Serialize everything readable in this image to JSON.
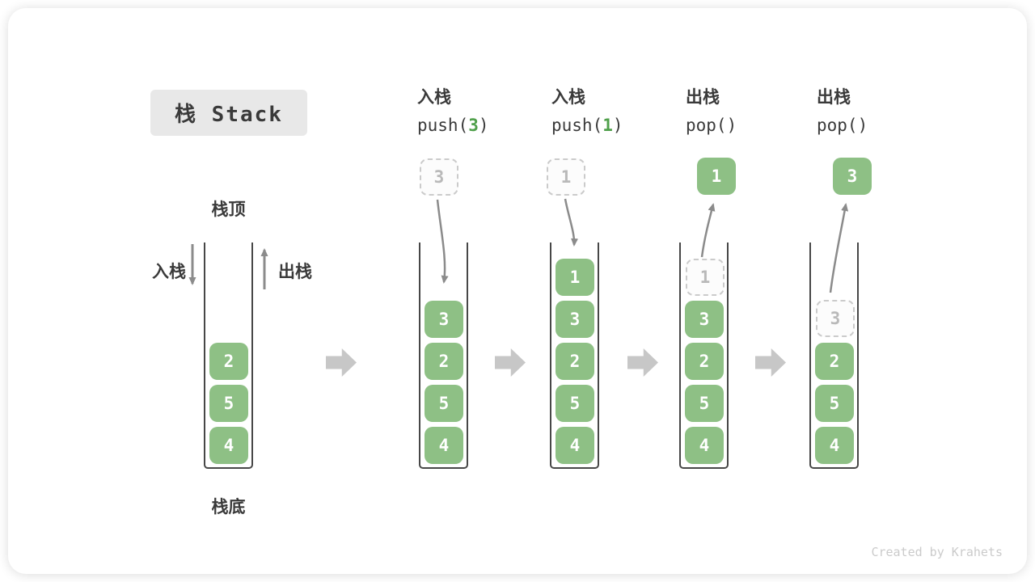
{
  "title": {
    "text": "栈 Stack"
  },
  "labels": {
    "stack_top": "栈顶",
    "stack_bottom": "栈底",
    "push": "入栈",
    "pop": "出栈"
  },
  "operations": [
    {
      "name": "入栈",
      "code_pre": "push(",
      "code_arg": "3",
      "code_post": ")"
    },
    {
      "name": "入栈",
      "code_pre": "push(",
      "code_arg": "1",
      "code_post": ")"
    },
    {
      "name": "出栈",
      "code_pre": "pop()",
      "code_arg": "",
      "code_post": ""
    },
    {
      "name": "出栈",
      "code_pre": "pop()",
      "code_arg": "",
      "code_post": ""
    }
  ],
  "stacks": [
    {
      "cells": [
        {
          "value": "2",
          "style": "solid"
        },
        {
          "value": "5",
          "style": "solid"
        },
        {
          "value": "4",
          "style": "solid"
        }
      ]
    },
    {
      "float": {
        "value": "3",
        "style": "ghost"
      },
      "cells": [
        {
          "value": "3",
          "style": "solid"
        },
        {
          "value": "2",
          "style": "solid"
        },
        {
          "value": "5",
          "style": "solid"
        },
        {
          "value": "4",
          "style": "solid"
        }
      ]
    },
    {
      "float": {
        "value": "1",
        "style": "ghost"
      },
      "cells": [
        {
          "value": "1",
          "style": "solid"
        },
        {
          "value": "3",
          "style": "solid"
        },
        {
          "value": "2",
          "style": "solid"
        },
        {
          "value": "5",
          "style": "solid"
        },
        {
          "value": "4",
          "style": "solid"
        }
      ]
    },
    {
      "float": {
        "value": "1",
        "style": "solid"
      },
      "cells": [
        {
          "value": "1",
          "style": "ghost"
        },
        {
          "value": "3",
          "style": "solid"
        },
        {
          "value": "2",
          "style": "solid"
        },
        {
          "value": "5",
          "style": "solid"
        },
        {
          "value": "4",
          "style": "solid"
        }
      ]
    },
    {
      "float": {
        "value": "3",
        "style": "solid"
      },
      "cells": [
        {
          "value": "3",
          "style": "ghost"
        },
        {
          "value": "2",
          "style": "solid"
        },
        {
          "value": "5",
          "style": "solid"
        },
        {
          "value": "4",
          "style": "solid"
        }
      ]
    }
  ],
  "watermark": "Created by Krahets",
  "colors": {
    "cell_green": "#8EC085",
    "code_arg_green": "#50A04B",
    "arrow_gray": "#8B8B8B",
    "block_arrow_gray": "#C7C7C7",
    "ghost_gray": "#B9B9B9",
    "title_bg": "#E8E8E8",
    "text_dark": "#3A3A3A"
  }
}
